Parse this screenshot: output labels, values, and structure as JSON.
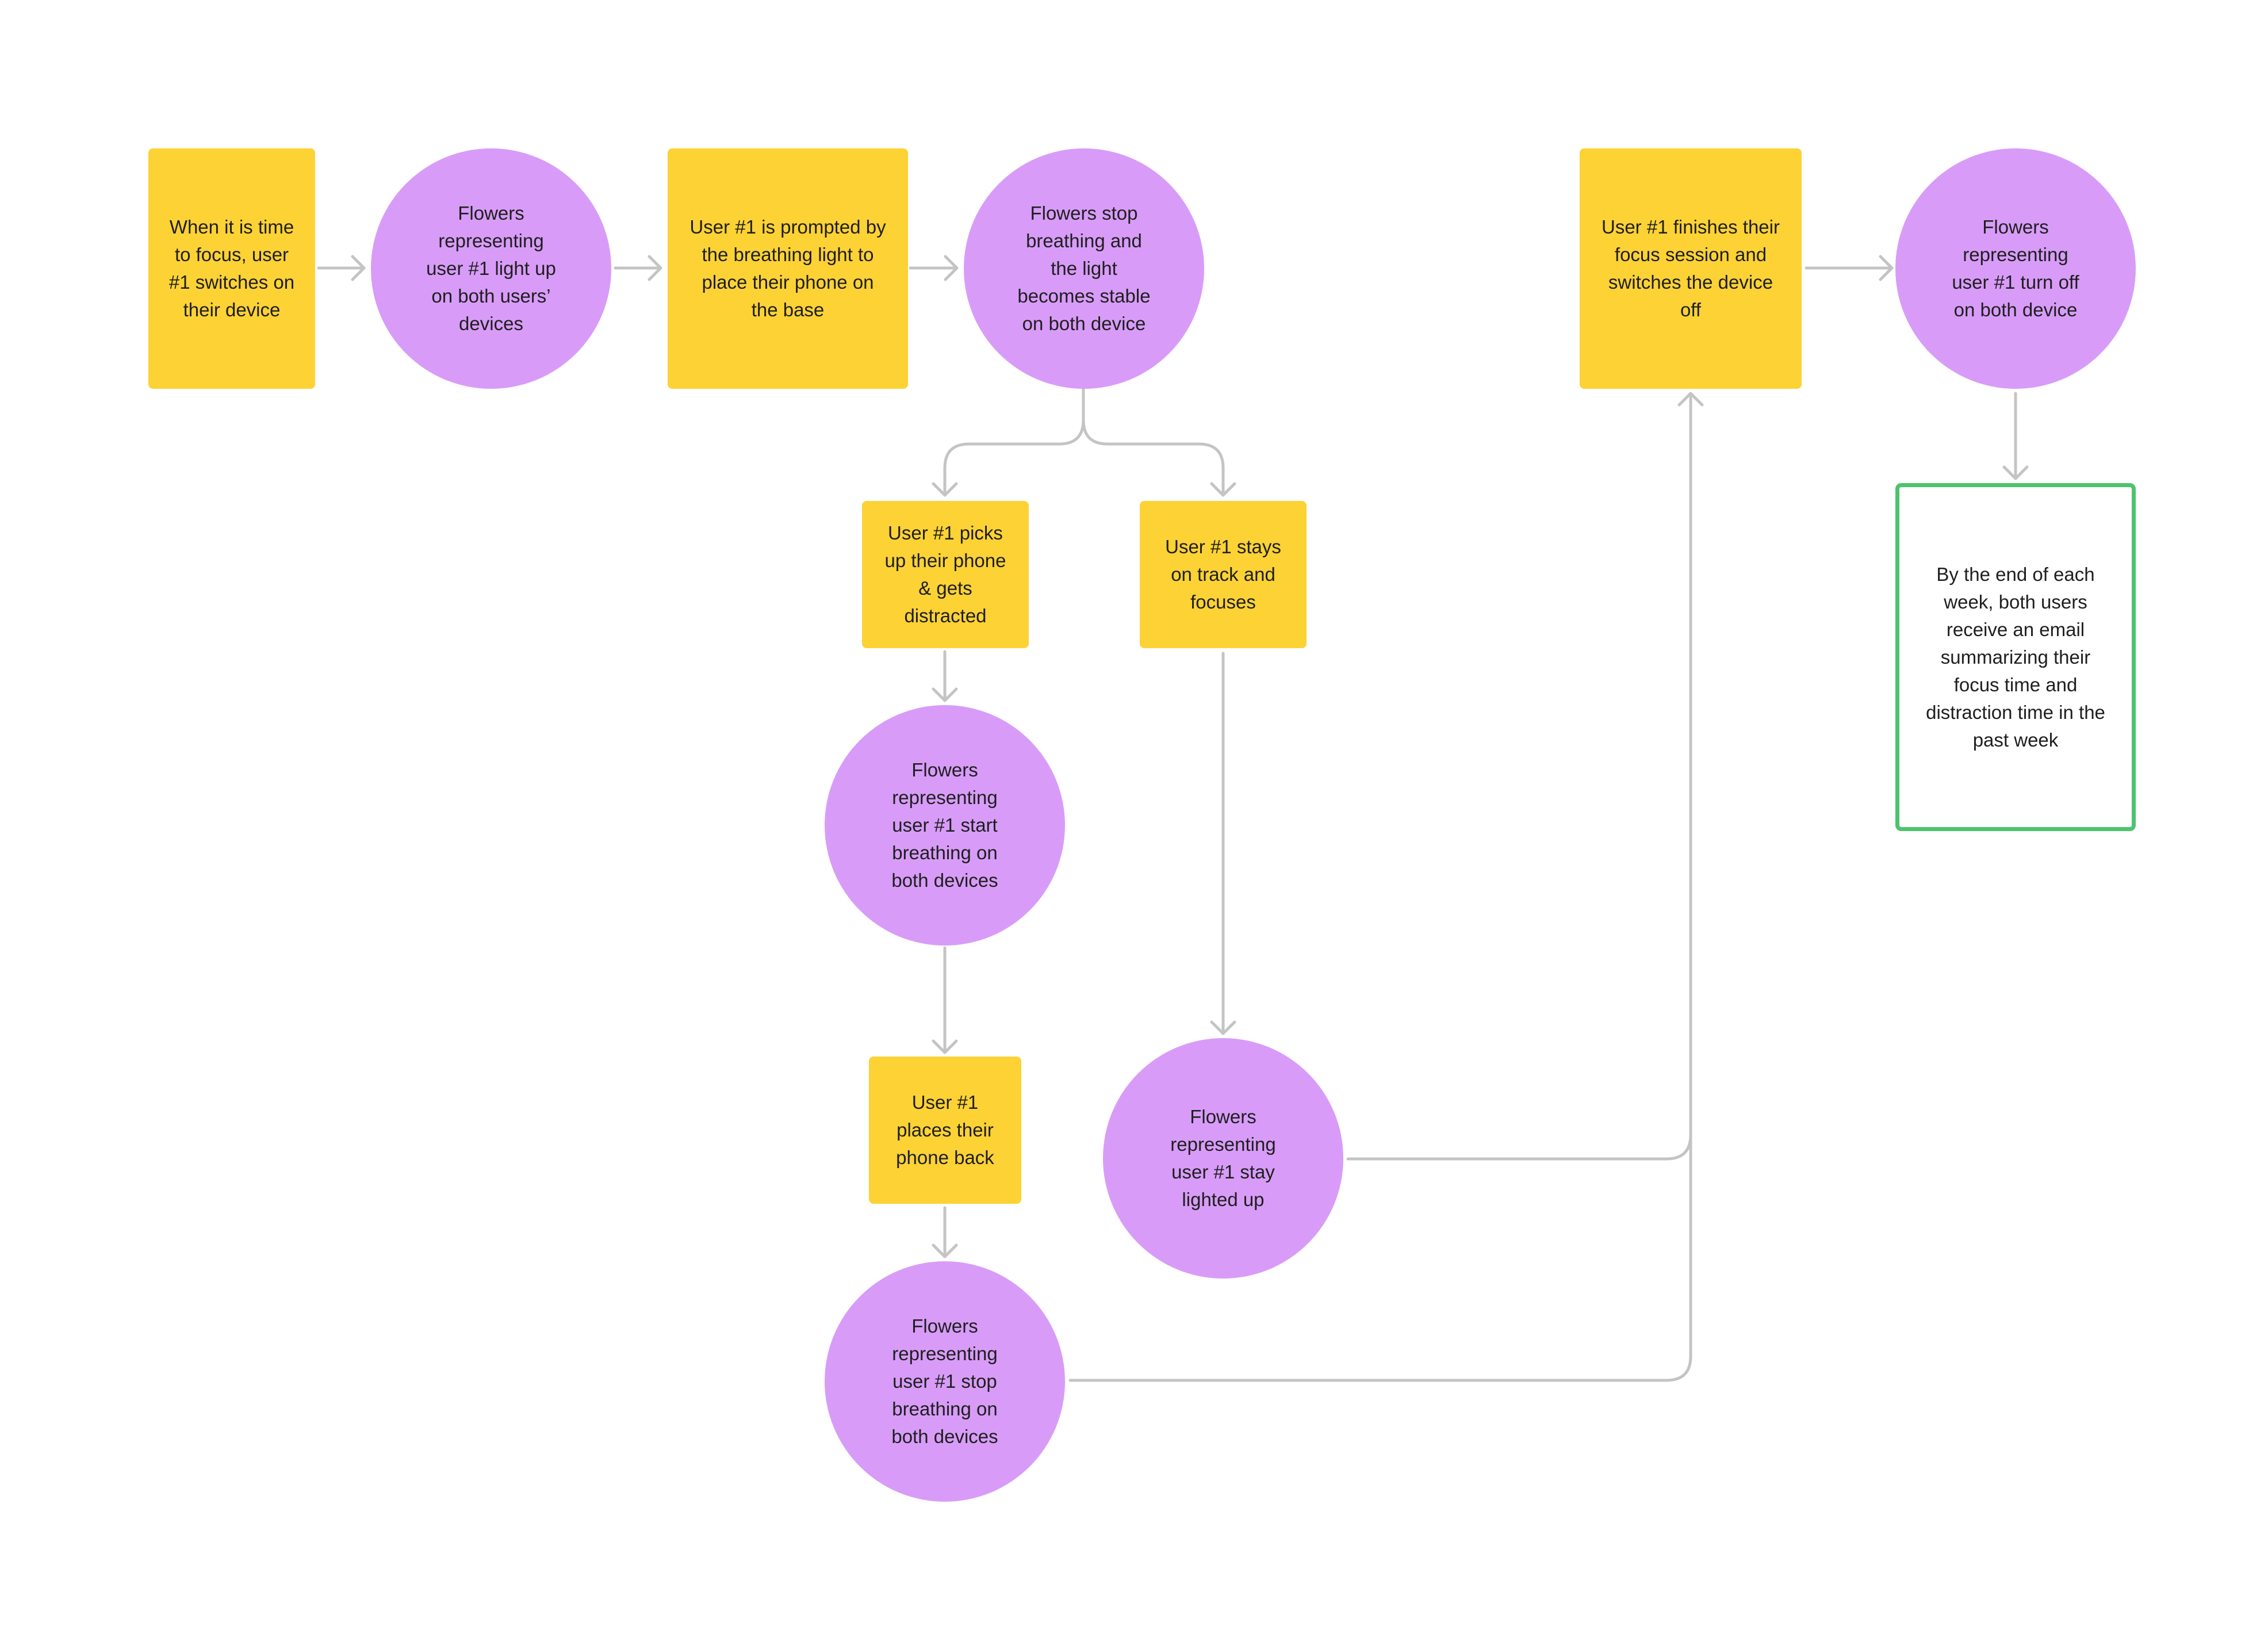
{
  "diagram": {
    "colors": {
      "sticky": "#FCD235",
      "circle": "#D89CF8",
      "outline": "#4DC36E",
      "connector": "#C4C4C4",
      "text": "#1E1E1E"
    },
    "nodes": {
      "n1": {
        "shape": "sticky",
        "text": "When it is time\nto focus, user\n#1 switches on\ntheir device"
      },
      "n2": {
        "shape": "circle",
        "text": "Flowers\nrepresenting\nuser #1 light up\non both users’\ndevices"
      },
      "n3": {
        "shape": "sticky",
        "text": "User #1 is prompted by\nthe breathing light to\nplace their phone on\nthe base"
      },
      "n4": {
        "shape": "circle",
        "text": "Flowers stop\nbreathing and\nthe light\nbecomes stable\non both device"
      },
      "n5": {
        "shape": "sticky",
        "text": "User #1 picks\nup their phone\n& gets\ndistracted"
      },
      "n6": {
        "shape": "sticky",
        "text": "User #1 stays\non track and\nfocuses"
      },
      "n7": {
        "shape": "circle",
        "text": "Flowers\nrepresenting\nuser #1 start\nbreathing on\nboth devices"
      },
      "n8": {
        "shape": "sticky",
        "text": "User #1\nplaces their\nphone back"
      },
      "n9": {
        "shape": "circle",
        "text": "Flowers\nrepresenting\nuser #1 stop\nbreathing on\nboth devices"
      },
      "n10": {
        "shape": "circle",
        "text": "Flowers\nrepresenting\nuser #1 stay\nlighted up"
      },
      "n11": {
        "shape": "sticky",
        "text": "User #1 finishes their\nfocus session and\nswitches the device\noff"
      },
      "n12": {
        "shape": "circle",
        "text": "Flowers\nrepresenting\nuser #1 turn off\non both device"
      },
      "n13": {
        "shape": "outlined",
        "text": "By the end of each\nweek, both users\nreceive an email\nsummarizing their\nfocus time and\ndistraction time in the\npast week"
      }
    },
    "edges": [
      {
        "from": "n1",
        "to": "n2"
      },
      {
        "from": "n2",
        "to": "n3"
      },
      {
        "from": "n3",
        "to": "n4"
      },
      {
        "from": "n4",
        "to": "n5"
      },
      {
        "from": "n4",
        "to": "n6"
      },
      {
        "from": "n5",
        "to": "n7"
      },
      {
        "from": "n7",
        "to": "n8"
      },
      {
        "from": "n8",
        "to": "n9"
      },
      {
        "from": "n6",
        "to": "n10"
      },
      {
        "from": "n10",
        "to": "n11"
      },
      {
        "from": "n9",
        "to": "n11"
      },
      {
        "from": "n11",
        "to": "n12"
      },
      {
        "from": "n12",
        "to": "n13"
      }
    ]
  }
}
